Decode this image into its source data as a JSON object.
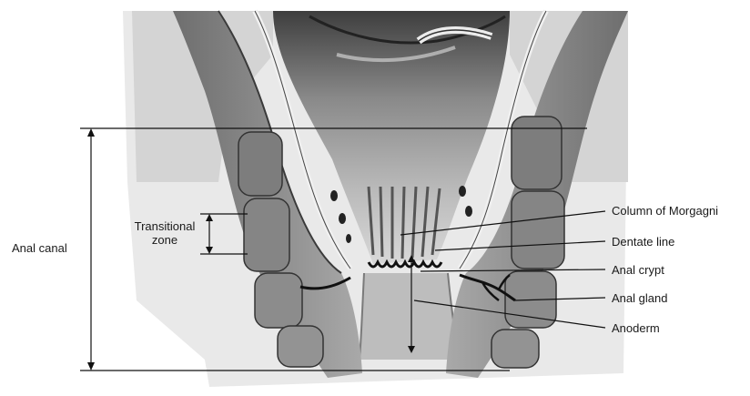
{
  "labels": {
    "anal_canal": "Anal canal",
    "transitional_zone_line1": "Transitional",
    "transitional_zone_line2": "zone",
    "column_of_morgagni": "Column of Morgagni",
    "dentate_line": "Dentate line",
    "anal_crypt": "Anal crypt",
    "anal_gland": "Anal gland",
    "anoderm": "Anoderm"
  },
  "colors": {
    "tissue_light": "#d9d9d9",
    "tissue_mid": "#a8a8a8",
    "tissue_dark": "#5a5a5a",
    "muscle": "#8f8f8f",
    "line": "#111111",
    "background": "#ffffff"
  }
}
